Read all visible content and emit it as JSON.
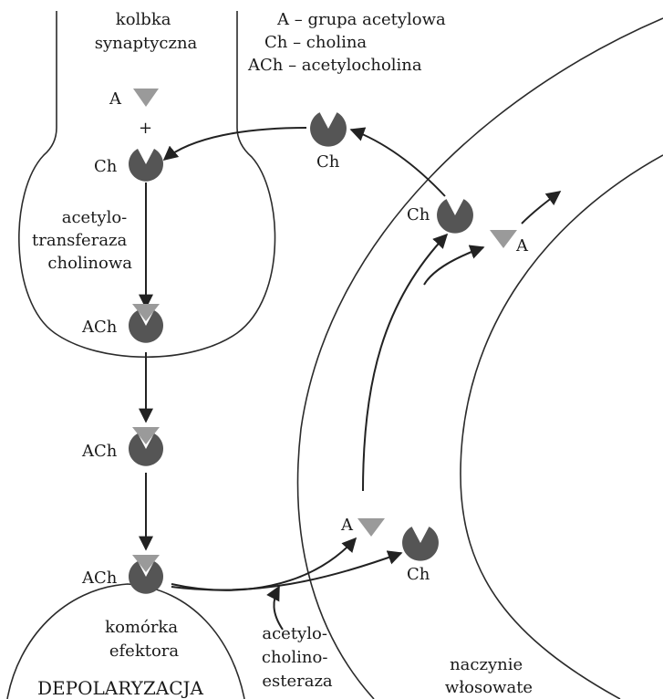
{
  "labels": {
    "synaptic_bulb": [
      "kolbka",
      "synaptyczna"
    ],
    "legend": [
      "A – grupa acetylowa",
      "Ch – cholina",
      "ACh – acetylocholina"
    ],
    "a": "A",
    "plus": "+",
    "ch": "Ch",
    "ach": "ACh",
    "transferase": [
      "acetylo-",
      "transferaza",
      "cholinowa"
    ],
    "effector_cell": [
      "komórka",
      "efektora"
    ],
    "depolarization": "DEPOLARYZACJA",
    "esterase": [
      "acetylo-",
      "cholino-",
      "esteraza"
    ],
    "capillary": [
      "naczynie",
      "włosowate"
    ]
  },
  "colors": {
    "choline": "#555555",
    "acetyl": "#9a9a9a",
    "line": "#2b2b2b"
  }
}
